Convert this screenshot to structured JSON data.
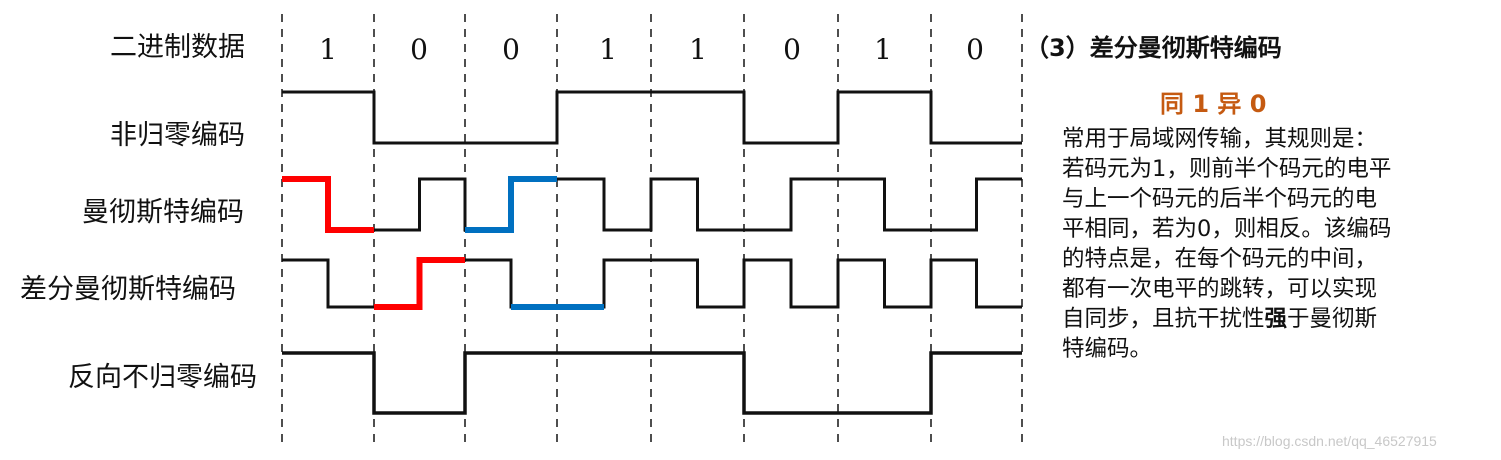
{
  "row_labels": {
    "binary": "二进制数据",
    "nrz": "非归零编码",
    "manchester": "曼彻斯特编码",
    "diff_manchester": "差分曼彻斯特编码",
    "nrzi": "反向不归零编码"
  },
  "bits": [
    "1",
    "0",
    "0",
    "1",
    "1",
    "0",
    "1",
    "0"
  ],
  "signals": {
    "nrz": [
      1,
      0,
      0,
      1,
      1,
      0,
      1,
      0
    ],
    "manchester": [
      [
        1,
        0
      ],
      [
        0,
        1
      ],
      [
        0,
        1
      ],
      [
        1,
        0
      ],
      [
        1,
        0
      ],
      [
        0,
        1
      ],
      [
        1,
        0
      ],
      [
        0,
        1
      ]
    ],
    "diff_manchester": [
      [
        1,
        0
      ],
      [
        0,
        1
      ],
      [
        1,
        0
      ],
      [
        0,
        1
      ],
      [
        1,
        0
      ],
      [
        1,
        0
      ],
      [
        1,
        0
      ],
      [
        1,
        0
      ]
    ],
    "nrzi": [
      1,
      0,
      1,
      1,
      1,
      0,
      0,
      1
    ],
    "nrzi_tail": 1
  },
  "highlights": {
    "red": "#ff0000",
    "blue": "#0070c0",
    "manchester_red_bit": 0,
    "manchester_blue_bit": 2,
    "diff_red_bit": 1,
    "diff_blue_bit": 3
  },
  "right_panel": {
    "title": "（3）差分曼彻斯特编码",
    "rule": "同 1 异 0",
    "rule_color": "#c55a11",
    "lines": [
      "常用于局域网传输，其规则是：",
      "若码元为1，则前半个码元的电平",
      "与上一个码元的后半个码元的电",
      "平相同，若为0，则相反。该编码",
      "的特点是，在每个码元的中间，",
      "都有一次电平的跳转，可以实现",
      "自同步，且抗干扰性",
      "强",
      "于曼彻斯",
      "特编码。"
    ]
  },
  "watermark": "https://blog.csdn.net/qq_46527915"
}
